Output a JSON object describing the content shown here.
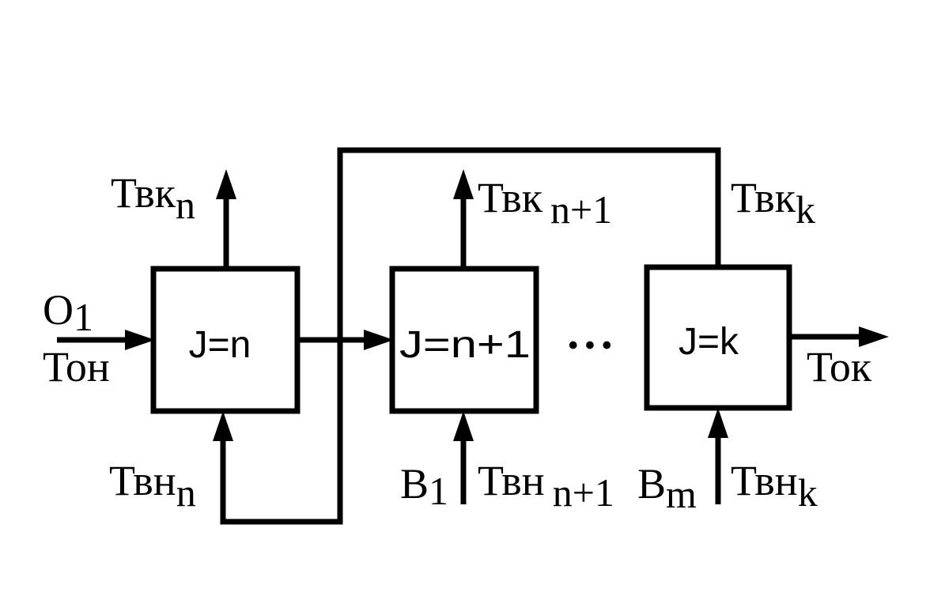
{
  "blocks": [
    {
      "id": "n",
      "label": "J=n"
    },
    {
      "id": "n1",
      "label": "J=n+1"
    },
    {
      "id": "k",
      "label": "J=k"
    }
  ],
  "ellipsis": "• • •",
  "labels": {
    "o1_main": "O",
    "o1_sub": "1",
    "ton": "Тон",
    "tvk_n_main": "Твк",
    "tvk_n_sub": "n",
    "tvk_n1_main": "Твк",
    "tvk_n1_sub": "n+1",
    "tvk_k_main": "Твк",
    "tvk_k_sub": "k",
    "tvn_n_main": "Твн",
    "tvn_n_sub": "n",
    "b1_main": "B",
    "b1_sub": "1",
    "tvn_n1_main": "Твн",
    "tvn_n1_sub": "n+1",
    "bm_main": "B",
    "bm_sub": "m",
    "tvn_k_main": "Твн",
    "tvn_k_sub": "k",
    "tok": "Ток"
  }
}
